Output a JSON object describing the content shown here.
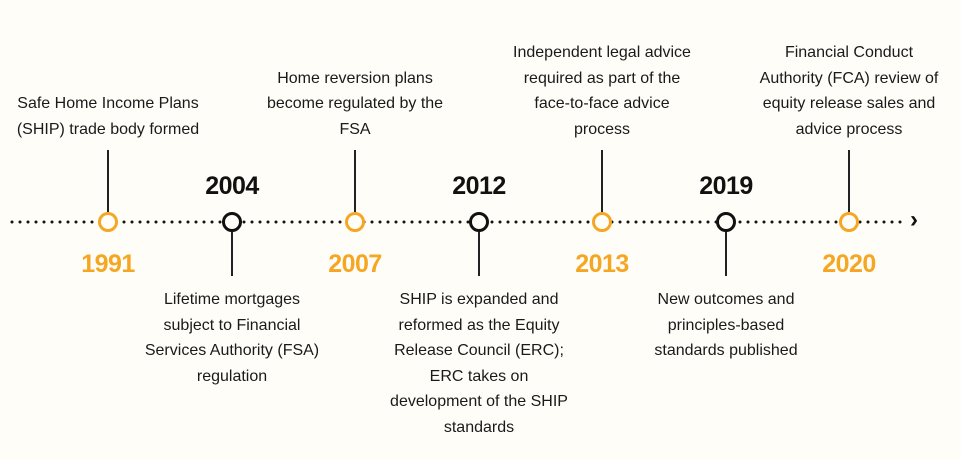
{
  "timeline": {
    "accent_color": "#f5a623",
    "dark_color": "#111111",
    "events": [
      {
        "year": "1991",
        "text": "Safe Home Income Plans (SHIP) trade body formed",
        "style": "orange",
        "caption_side": "above"
      },
      {
        "year": "2004",
        "text": "Lifetime mortgages subject to Financial Services Authority (FSA) regulation",
        "style": "dark",
        "caption_side": "below"
      },
      {
        "year": "2007",
        "text": "Home reversion plans become regulated by the FSA",
        "style": "orange",
        "caption_side": "above"
      },
      {
        "year": "2012",
        "text": "SHIP is expanded and reformed as the Equity Release Council (ERC); ERC takes on development of the SHIP standards",
        "style": "dark",
        "caption_side": "below"
      },
      {
        "year": "2013",
        "text": "Independent legal advice required as part of the face-to-face advice process",
        "style": "orange",
        "caption_side": "above"
      },
      {
        "year": "2019",
        "text": "New outcomes and principles-based standards published",
        "style": "dark",
        "caption_side": "below"
      },
      {
        "year": "2020",
        "text": "Financial Conduct Authority (FCA) review of equity release sales and advice process",
        "style": "orange",
        "caption_side": "above"
      }
    ],
    "arrow_icon": "chevron-right-icon"
  }
}
